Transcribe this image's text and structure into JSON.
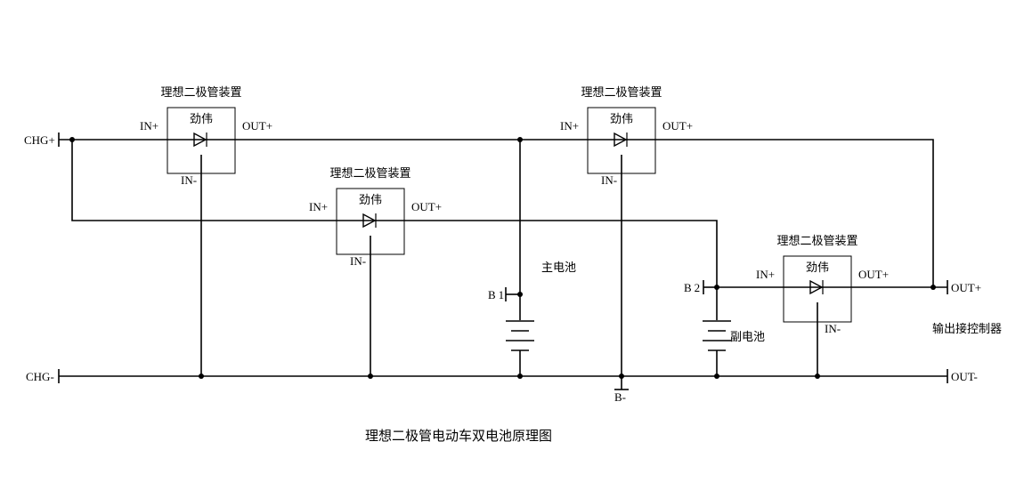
{
  "caption": "理想二极管电动车双电池原理图",
  "module": {
    "title": "理想二极管装置",
    "brand": "劲伟",
    "in_plus": "IN+",
    "out_plus": "OUT+",
    "in_minus": "IN-"
  },
  "terminals": {
    "chg_plus": "CHG+",
    "chg_minus": "CHG-",
    "out_plus": "OUT+",
    "out_minus": "OUT-",
    "b1": "B1",
    "b2": "B2",
    "b_minus": "B-"
  },
  "labels": {
    "main_battery": "主电池",
    "aux_battery": "副电池",
    "controller": "输出接控制器"
  }
}
